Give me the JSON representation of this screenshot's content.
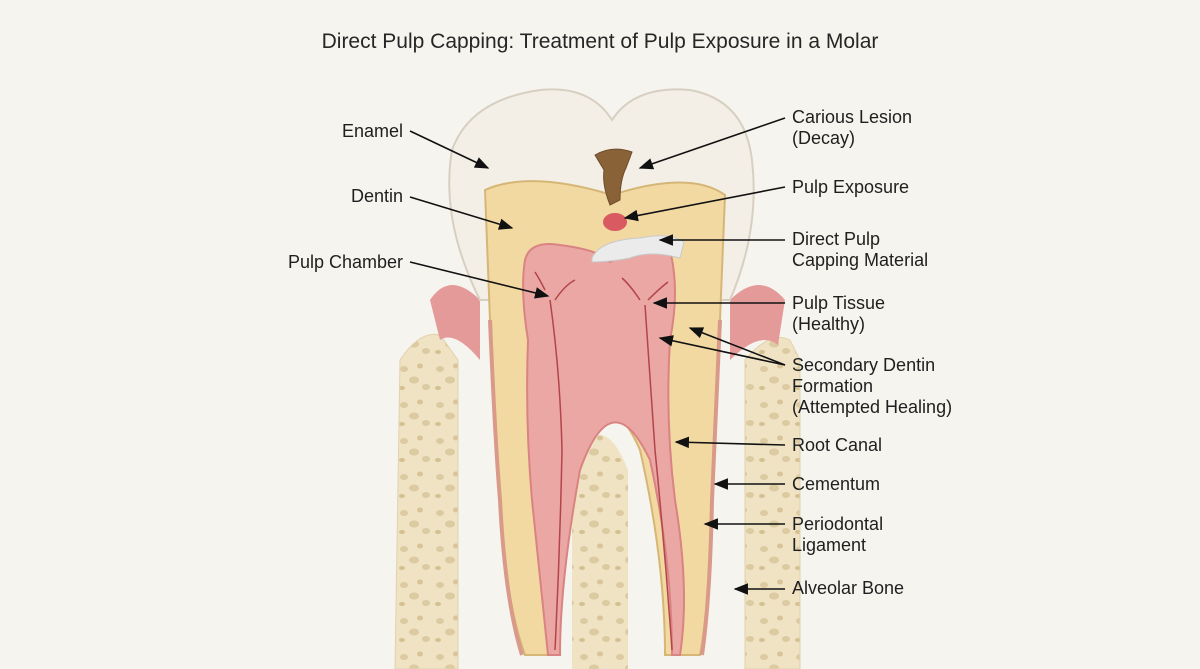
{
  "title": "Direct Pulp Capping: Treatment of Pulp Exposure in a Molar",
  "labels_left": [
    {
      "id": "enamel",
      "lines": [
        "Enamel"
      ]
    },
    {
      "id": "dentin",
      "lines": [
        "Dentin"
      ]
    },
    {
      "id": "pulp-chamber",
      "lines": [
        "Pulp Chamber"
      ]
    }
  ],
  "labels_right": [
    {
      "id": "carious-lesion",
      "lines": [
        "Carious Lesion",
        "(Decay)"
      ]
    },
    {
      "id": "pulp-exposure",
      "lines": [
        "Pulp Exposure"
      ]
    },
    {
      "id": "capping-material",
      "lines": [
        "Direct Pulp",
        "Capping Material"
      ]
    },
    {
      "id": "pulp-tissue",
      "lines": [
        "Pulp Tissue",
        "(Healthy)"
      ]
    },
    {
      "id": "secondary-dentin",
      "lines": [
        "Secondary Dentin",
        "Formation",
        "(Attempted Healing)"
      ]
    },
    {
      "id": "root-canal",
      "lines": [
        "Root Canal"
      ]
    },
    {
      "id": "cementum",
      "lines": [
        "Cementum"
      ]
    },
    {
      "id": "periodontal-ligament",
      "lines": [
        "Periodontal",
        "Ligament"
      ]
    },
    {
      "id": "alveolar-bone",
      "lines": [
        "Alveolar Bone"
      ]
    }
  ],
  "colors": {
    "background": "#f6f4ee",
    "enamel": "#f3efe6",
    "dentin": "#f2d9a2",
    "pulp": "#eba7a3",
    "gum": "#e59a9a",
    "bone": "#efe3c4",
    "decay": "#8a6238",
    "capping": "#ebebeb",
    "vessel": "#b2454a",
    "arrow": "#111111"
  }
}
